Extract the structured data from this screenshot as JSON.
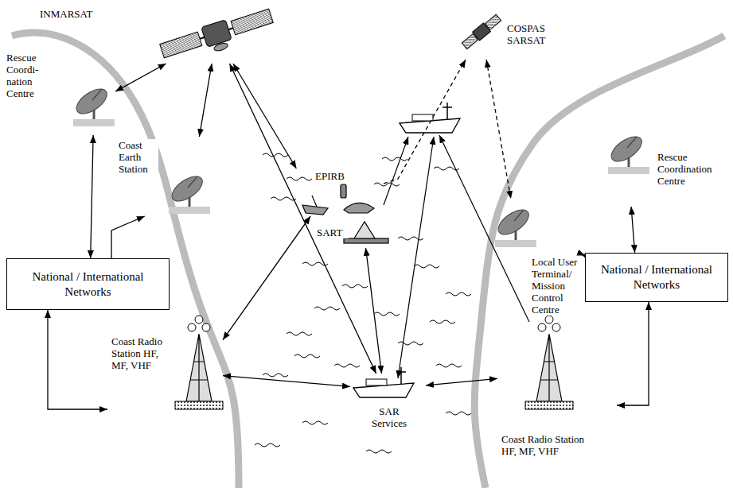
{
  "diagram": {
    "nodes": [
      {
        "text": [
          "INMARSAT"
        ]
      },
      {
        "text": [
          "COSPAS SARSAT"
        ]
      },
      {
        "text": [
          "Rescue Coordi- nation Centre"
        ]
      },
      {
        "text": [
          "Coast Earth Station"
        ]
      },
      {
        "text": [
          "National / International Networks"
        ]
      },
      {
        "text": [
          "Coast Radio Station HF, MF, VHF"
        ]
      },
      {
        "text": [
          "EPIRB"
        ]
      },
      {
        "text": [
          "SART"
        ]
      },
      {
        "text": [
          "SAR Services"
        ]
      },
      {
        "text": [
          "Rescue Coordination Centre"
        ]
      },
      {
        "text": [
          "Local User Terminal/ Mission Control Centre"
        ]
      },
      {
        "text": [
          "National / International Networks"
        ]
      },
      {
        "text": [
          "Coast Radio Station HF, MF, VHF"
        ]
      }
    ],
    "edges": [
      {
        "from": 0,
        "to": 2,
        "arrow": "both"
      },
      {
        "from": 0,
        "to": 3,
        "arrow": "both"
      },
      {
        "from": 0,
        "to": 6,
        "arrow": "both"
      },
      {
        "from": 0,
        "to": 8,
        "arrow": "both"
      },
      {
        "from": 6,
        "to": 1,
        "arrow": "to"
      },
      {
        "from": 1,
        "to": 10,
        "arrow": "both"
      },
      {
        "from": 2,
        "to": 4,
        "arrow": "both"
      },
      {
        "from": 4,
        "to": 3,
        "arrow": "to"
      },
      {
        "from": 4,
        "to": 5,
        "arrow": "both"
      },
      {
        "from": 5,
        "to": 6,
        "arrow": "both"
      },
      {
        "from": 5,
        "to": 8,
        "arrow": "both"
      },
      {
        "from": 7,
        "to": 8,
        "arrow": "both"
      },
      {
        "from": 8,
        "to": 12,
        "arrow": "both"
      },
      {
        "from": 9,
        "to": 11,
        "arrow": "both"
      },
      {
        "from": 10,
        "to": 11,
        "arrow": "both"
      },
      {
        "from": 11,
        "to": 12,
        "arrow": "both"
      }
    ]
  }
}
